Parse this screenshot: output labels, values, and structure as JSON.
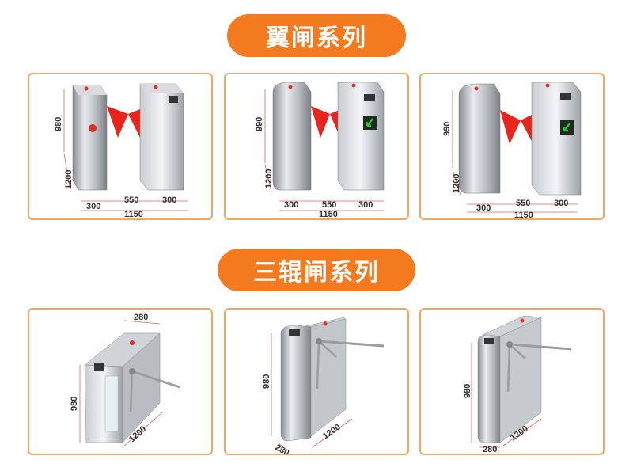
{
  "sections": [
    {
      "title": "翼闸系列",
      "products": [
        {
          "dims": {
            "height": "980",
            "depth": "1200",
            "left": "300",
            "gap": "550",
            "right": "300",
            "total": "1150"
          }
        },
        {
          "dims": {
            "height": "990",
            "depth": "1200",
            "left": "300",
            "gap": "550",
            "right": "300",
            "total": "1150"
          }
        },
        {
          "dims": {
            "height": "990",
            "depth": "1200",
            "left": "300",
            "gap": "550",
            "right": "300",
            "total": "1150"
          }
        }
      ]
    },
    {
      "title": "三辊闸系列",
      "products": [
        {
          "dims": {
            "width": "280",
            "height": "980",
            "depth": "1200"
          }
        },
        {
          "dims": {
            "width": "280",
            "height": "980",
            "depth": "1200"
          }
        },
        {
          "dims": {
            "width": "280",
            "height": "980",
            "depth": "1200"
          }
        }
      ]
    }
  ],
  "colors": {
    "accent": "#f47a20",
    "border": "#f5a563",
    "flap": "#e8241c",
    "indicator_red": "#e0302a",
    "indicator_green": "#2bbf3a",
    "dimension_line": "#e06060"
  }
}
